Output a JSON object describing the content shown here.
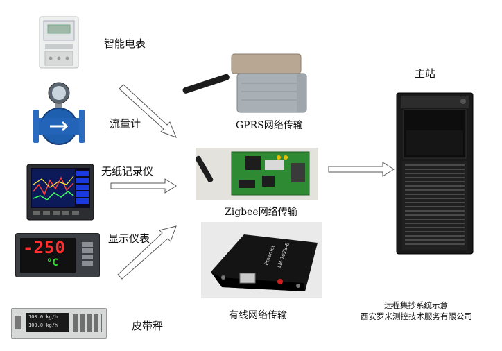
{
  "labels": {
    "meter": "智能电表",
    "flow": "流量计",
    "recorder": "无纸记录仪",
    "display": "显示仪表",
    "belt": "皮带秤",
    "gprs": "GPRS网络传输",
    "zigbee": "Zigbee网络传输",
    "wired": "有线网络传输",
    "station": "主站",
    "caption1": "远程集抄系统示意",
    "caption2": "西安罗米测控技术服务有限公司"
  },
  "device_text": {
    "display_reading": "-250",
    "display_unit": "°C",
    "ethernet_label": "Ethernet",
    "ethernet_model": "LM-102B-E",
    "belt_line1": "100.0 kg/h",
    "belt_line2": "100.0 kg/h"
  },
  "icons": {
    "meter": "electric-meter-icon",
    "flow": "flow-meter-icon",
    "recorder": "paperless-recorder-icon",
    "display": "digital-display-icon",
    "belt": "belt-scale-icon",
    "gprs": "gprs-modem-icon",
    "zigbee": "zigbee-board-icon",
    "wired": "ethernet-converter-icon",
    "server": "server-tower-icon"
  }
}
